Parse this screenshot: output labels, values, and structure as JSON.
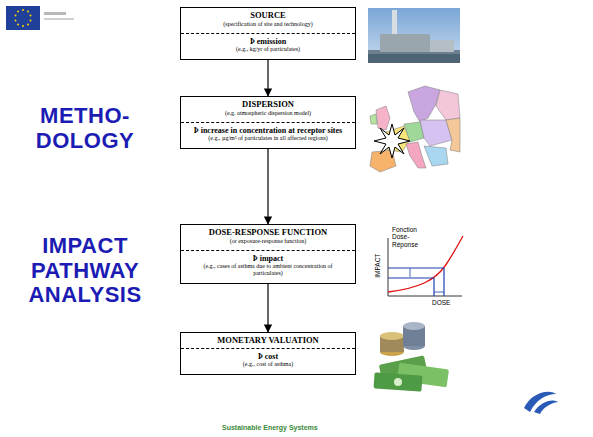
{
  "diagram": {
    "nodes": [
      {
        "text": [
          "SOURCE",
          "(specification of site and technology)",
          "Þ emission",
          "(e.g., kg/yr of particulates)"
        ]
      },
      {
        "text": [
          "DISPERSION",
          "(e.g. atmospheric dispersion model)",
          "Þ increase in concentration at receptor sites",
          "(e.g., µg/m³ of particulates in all affected regions)"
        ]
      },
      {
        "text": [
          "DOSE-RESPONSE FUNCTION",
          "(or exposure-response function)",
          "Þ impact",
          "(e.g., cases of asthma due to ambient concentration of particulates)"
        ]
      },
      {
        "text": [
          "MONETARY VALUATION",
          "Þ cost",
          "(e.g., cost of asthma)"
        ]
      }
    ],
    "edges": [
      {
        "from": 0,
        "to": 1,
        "arrow": "to"
      },
      {
        "from": 1,
        "to": 2,
        "arrow": "to"
      },
      {
        "from": 2,
        "to": 3,
        "arrow": "to"
      }
    ],
    "labels": [
      "METHO- DOLOGY",
      "IMPACT PATHWAY ANALYSIS",
      "Fonction Dose-Réponse",
      "IMPACT",
      "DOSE",
      "Sustainable Energy Systems"
    ]
  }
}
